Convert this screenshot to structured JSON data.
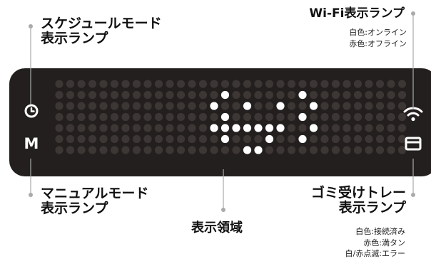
{
  "labels": {
    "schedule_mode": [
      "スケジュールモード",
      "表示ランプ"
    ],
    "wifi": [
      "Wi-Fi表示ランプ"
    ],
    "wifi_states": [
      "白色:オンライン",
      "赤色:オフライン"
    ],
    "manual_mode": [
      "マニュアルモード",
      "表示ランプ"
    ],
    "trash_tray": [
      "ゴミ受けトレー",
      "表示ランプ"
    ],
    "trash_tray_states": [
      "白色:接続済み",
      "赤色:満タン",
      "白/赤点滅:エラー"
    ],
    "display_area": "表示領域"
  },
  "device": {
    "left_icons": [
      "clock-icon",
      "mode-m-icon"
    ],
    "mode_letter": "M",
    "right_icons": [
      "wifi-icon",
      "tray-icon"
    ],
    "matrix": {
      "columns": 32,
      "rows": 7
    },
    "face_pixels": [
      [
        15,
        1
      ],
      [
        22,
        1
      ],
      [
        14,
        2
      ],
      [
        17,
        2
      ],
      [
        20,
        2
      ],
      [
        23,
        2
      ],
      [
        15,
        3
      ],
      [
        22,
        3
      ],
      [
        14,
        4
      ],
      [
        15,
        4
      ],
      [
        16,
        4
      ],
      [
        17,
        4
      ],
      [
        18,
        4
      ],
      [
        19,
        4
      ],
      [
        20,
        4
      ],
      [
        23,
        4
      ],
      [
        15,
        5
      ],
      [
        19,
        5
      ],
      [
        22,
        5
      ],
      [
        17,
        6
      ],
      [
        18,
        6
      ]
    ]
  },
  "colors": {
    "panel": "#231f1e",
    "led_off": "#3c3634",
    "led_on": "#ffffff",
    "leader": "#aaaaaa",
    "text": "#111111"
  }
}
